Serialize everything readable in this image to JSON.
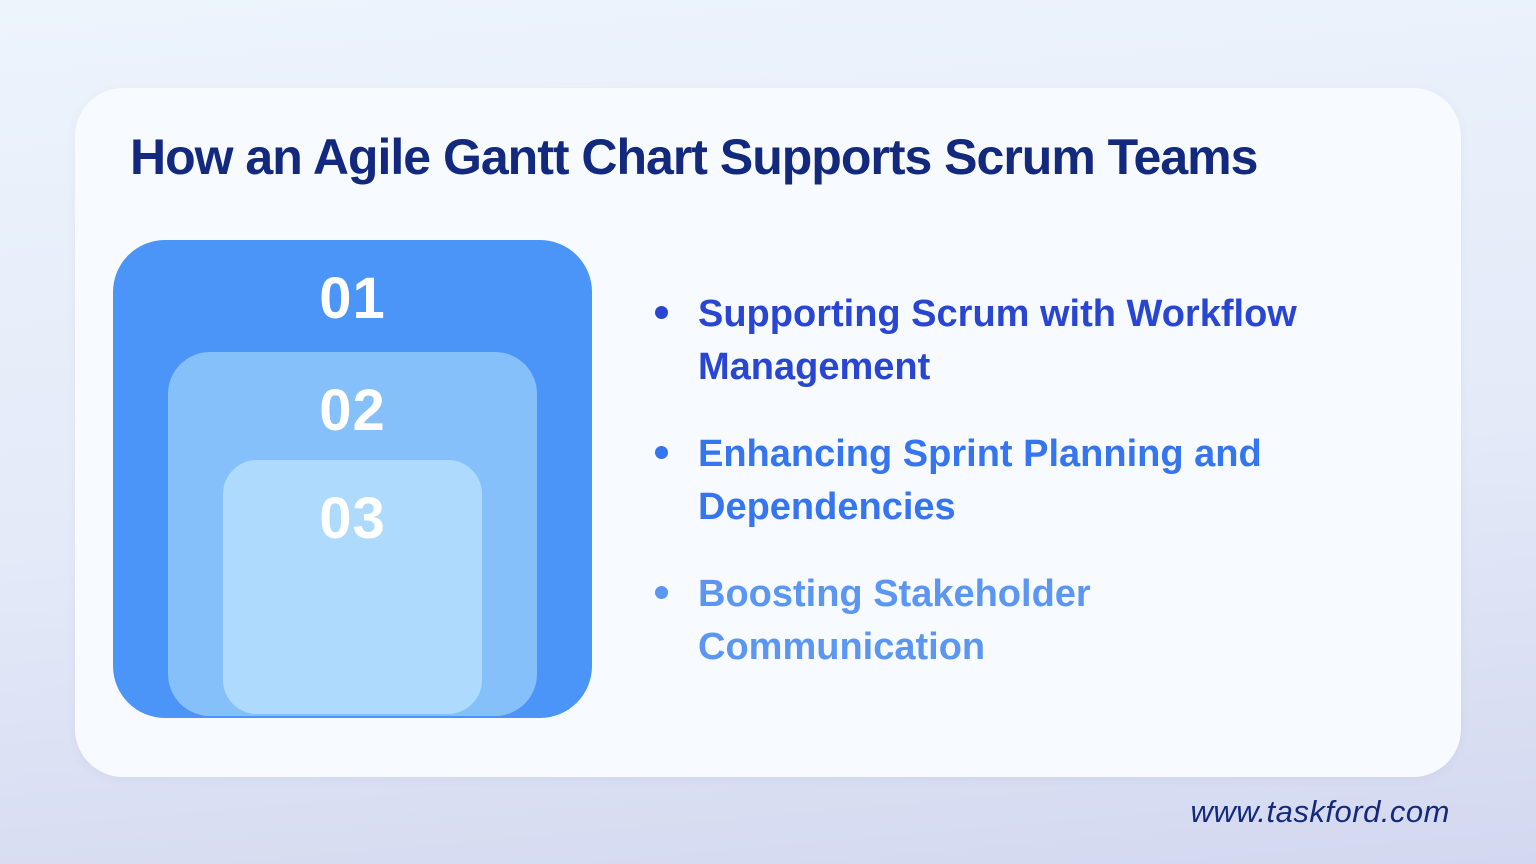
{
  "slide": {
    "title": "How an Agile Gantt Chart Supports Scrum Teams",
    "title_color": "#12297E",
    "card_bg": "#F7FAFE",
    "bg_gradient_top": "#ECF4FC",
    "bg_gradient_bottom": "#D3D8F0",
    "footer_url": "www.taskford.com",
    "footer_color": "#14297C"
  },
  "nested_steps": [
    {
      "number": "01",
      "bg": "#4B95F8",
      "text_color": "#FFFFFF"
    },
    {
      "number": "02",
      "bg": "#85C0FB",
      "text_color": "#FFFFFF"
    },
    {
      "number": "03",
      "bg": "#AEDBFD",
      "text_color": "#FFFFFF"
    }
  ],
  "bullet_points": [
    {
      "text": "Supporting Scrum with Workflow Management",
      "color": "#2946D3"
    },
    {
      "text": "Enhancing Sprint Planning and Dependencies",
      "color": "#3575EF"
    },
    {
      "text": "Boosting Stakeholder Communication",
      "color": "#5C96F3"
    }
  ]
}
